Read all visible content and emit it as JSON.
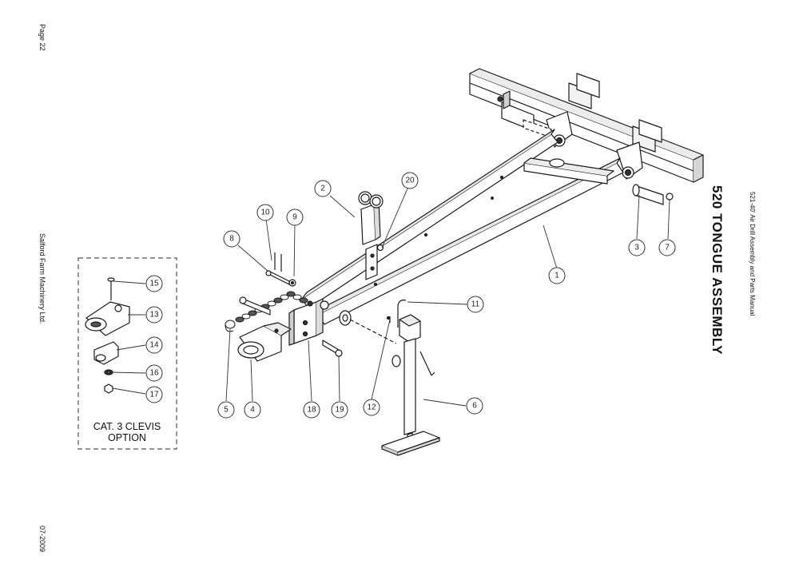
{
  "page": {
    "page_label": "Page 22",
    "company": "Salford Farm Machinery Ltd.",
    "date": "07-2009",
    "manual": "521-40' Air Drill Assembly and Parts Manual",
    "title": "520 TONGUE ASSEMBLY"
  },
  "inset": {
    "title_line1": "CAT. 3 CLEVIS",
    "title_line2": "OPTION"
  },
  "callouts": {
    "c1": "1",
    "c2": "2",
    "c3": "3",
    "c4": "4",
    "c5": "5",
    "c6": "6",
    "c7": "7",
    "c8": "8",
    "c9": "9",
    "c10": "10",
    "c11": "11",
    "c12": "12",
    "c13": "13",
    "c14": "14",
    "c15": "15",
    "c16": "16",
    "c17": "17",
    "c18": "18",
    "c19": "19",
    "c20": "20"
  }
}
